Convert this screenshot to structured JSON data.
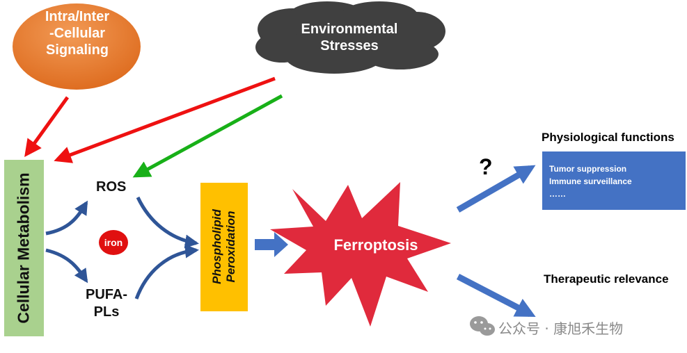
{
  "nodes": {
    "signaling": "Intra/Inter\n-Cellular\nSignaling",
    "stresses": "Environmental\nStresses",
    "metabolism": "Cellular Metabolism",
    "ros": "ROS",
    "iron": "iron",
    "pufa": "PUFA-\nPLs",
    "peroxidation_line1": "Phospholipid",
    "peroxidation_line2": "Peroxidation",
    "ferroptosis": "Ferroptosis"
  },
  "outcomes": {
    "question": "?",
    "physiological_title": "Physiological functions",
    "physiological_items": [
      "Tumor suppression",
      "Immune surveillance",
      "……"
    ],
    "therapeutic_title": "Therapeutic relevance"
  },
  "watermark": {
    "text": "公众号 · 康旭禾生物"
  },
  "colors": {
    "signaling_fill": "#e8762c",
    "cloud_fill": "#404040",
    "metabolism_fill": "#a9d18e",
    "peroxidation_fill": "#ffc000",
    "ferroptosis_fill": "#e02a3c",
    "blue": "#4472c4",
    "red_arrow": "#ee1111",
    "green_arrow": "#18b018"
  }
}
